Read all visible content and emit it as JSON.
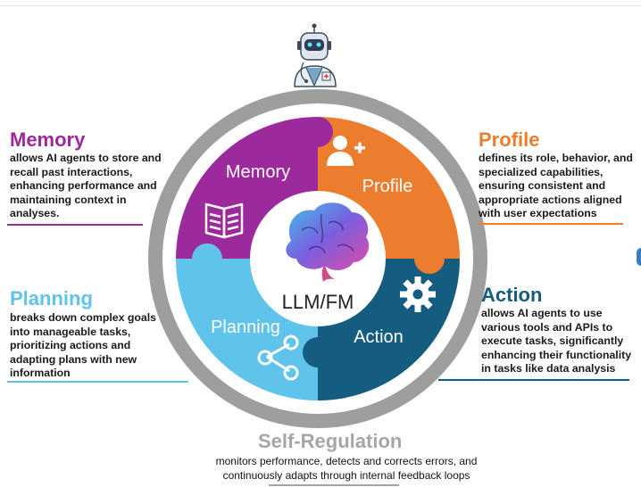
{
  "diagram": {
    "center_label": "LLM/FM",
    "segments": [
      {
        "key": "memory",
        "label": "Memory",
        "color": "#9c2a9c",
        "icon": "book-icon"
      },
      {
        "key": "profile",
        "label": "Profile",
        "color": "#ec7d2c",
        "icon": "add-user-icon"
      },
      {
        "key": "action",
        "label": "Action",
        "color": "#145c80",
        "icon": "gear-icon"
      },
      {
        "key": "planning",
        "label": "Planning",
        "color": "#5fc3ec",
        "icon": "share-icon"
      }
    ],
    "ring_color": "#9e9e9e",
    "top_icon": "robot-doctor-icon",
    "center_icon": "brain-icon"
  },
  "memory": {
    "title": "Memory",
    "description": "allows AI agents to store and\nrecall past interactions,\nenhancing performance and\nmaintaining context in\nanalyses.",
    "color": "#9c2a9c"
  },
  "profile": {
    "title": "Profile",
    "description": "defines its role, behavior, and\nspecialized capabilities,\nensuring consistent and\nappropriate actions aligned\nwith user expectations",
    "color": "#ec7d2c"
  },
  "planning": {
    "title": "Planning",
    "description": "breaks down complex goals\ninto manageable tasks,\nprioritizing actions and\nadapting plans with new\ninformation",
    "color": "#5fc3ec"
  },
  "action": {
    "title": "Action",
    "description": "allows AI agents to use\nvarious tools and APIs to\nexecute tasks, significantly\nenhancing their functionality\nin tasks like data analysis",
    "color": "#145c80"
  },
  "self_regulation": {
    "title": "Self-Regulation",
    "description": "monitors performance, detects and corrects errors, and\ncontinuously adapts through internal feedback loops",
    "color": "#a6a6a6"
  }
}
